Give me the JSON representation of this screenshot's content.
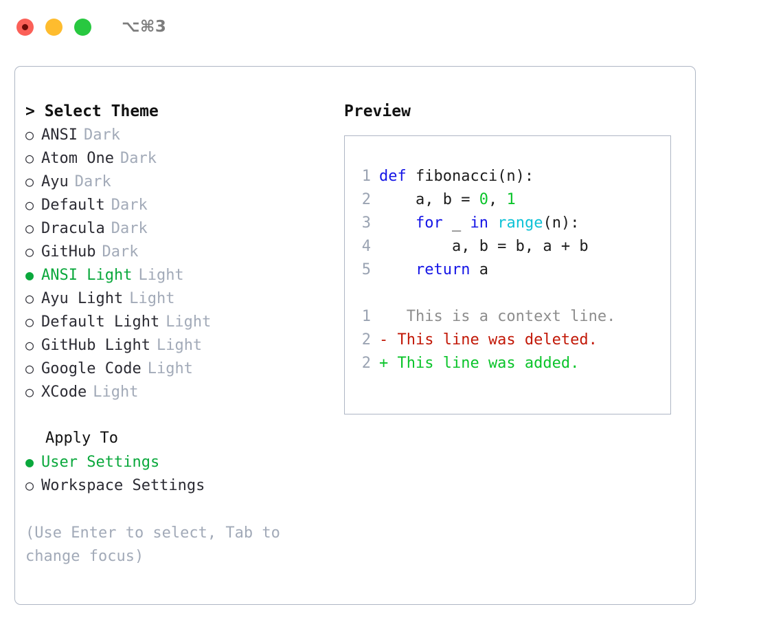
{
  "titlebar": {
    "lights": [
      {
        "name": "close",
        "color": "#fb6058"
      },
      {
        "name": "minimize",
        "color": "#febc2e"
      },
      {
        "name": "zoom",
        "color": "#28c840"
      }
    ],
    "shortcut": "⌥⌘3"
  },
  "theme_panel": {
    "title": "> Select Theme",
    "selected_bullet": "●",
    "unselected_bullet": "○",
    "accent_color": "#0aa83c",
    "muted_color": "#a2aab8",
    "items": [
      {
        "label": "ANSI",
        "tag": "Dark",
        "selected": false
      },
      {
        "label": "Atom One",
        "tag": "Dark",
        "selected": false
      },
      {
        "label": "Ayu",
        "tag": "Dark",
        "selected": false
      },
      {
        "label": "Default",
        "tag": "Dark",
        "selected": false
      },
      {
        "label": "Dracula",
        "tag": "Dark",
        "selected": false
      },
      {
        "label": "GitHub",
        "tag": "Dark",
        "selected": false
      },
      {
        "label": "ANSI Light",
        "tag": "Light",
        "selected": true
      },
      {
        "label": "Ayu Light",
        "tag": "Light",
        "selected": false
      },
      {
        "label": "Default Light",
        "tag": "Light",
        "selected": false
      },
      {
        "label": "GitHub Light",
        "tag": "Light",
        "selected": false
      },
      {
        "label": "Google Code",
        "tag": "Light",
        "selected": false
      },
      {
        "label": "XCode",
        "tag": "Light",
        "selected": false
      }
    ]
  },
  "apply_to": {
    "title": "Apply To",
    "items": [
      {
        "label": "User Settings",
        "selected": true
      },
      {
        "label": "Workspace Settings",
        "selected": false
      }
    ]
  },
  "hint": "(Use Enter to select, Tab to change focus)",
  "preview": {
    "title": "Preview",
    "code_lines": [
      {
        "no": "1",
        "tokens": [
          {
            "t": "def ",
            "c": "kw"
          },
          {
            "t": "fibonacci(n):",
            "c": "id"
          }
        ]
      },
      {
        "no": "2",
        "tokens": [
          {
            "t": "    a, b = ",
            "c": "id"
          },
          {
            "t": "0",
            "c": "num"
          },
          {
            "t": ", ",
            "c": "id"
          },
          {
            "t": "1",
            "c": "num"
          }
        ]
      },
      {
        "no": "3",
        "tokens": [
          {
            "t": "    ",
            "c": "id"
          },
          {
            "t": "for",
            "c": "kw"
          },
          {
            "t": " _ ",
            "c": "id"
          },
          {
            "t": "in",
            "c": "kw"
          },
          {
            "t": " ",
            "c": "id"
          },
          {
            "t": "range",
            "c": "fn"
          },
          {
            "t": "(n):",
            "c": "id"
          }
        ]
      },
      {
        "no": "4",
        "tokens": [
          {
            "t": "        a, b = b, a + b",
            "c": "id"
          }
        ]
      },
      {
        "no": "5",
        "tokens": [
          {
            "t": "    ",
            "c": "id"
          },
          {
            "t": "return",
            "c": "kw"
          },
          {
            "t": " a",
            "c": "id"
          }
        ]
      }
    ],
    "diff_lines": [
      {
        "no": "1",
        "marker": " ",
        "text": "  This is a context line.",
        "kind": "ctx"
      },
      {
        "no": "2",
        "marker": "-",
        "text": " This line was deleted.",
        "kind": "del"
      },
      {
        "no": "2",
        "marker": "+",
        "text": " This line was added.",
        "kind": "add"
      }
    ]
  }
}
